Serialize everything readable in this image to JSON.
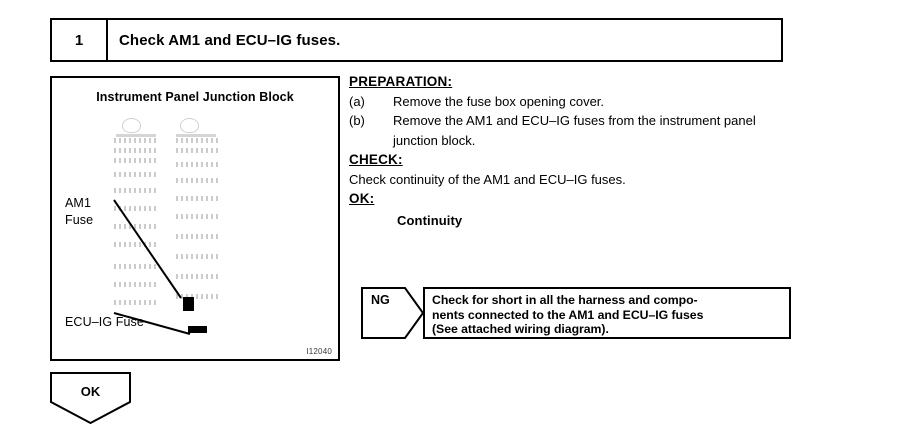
{
  "step": {
    "number": "1",
    "title": "Check AM1 and ECU–IG fuses."
  },
  "illustration": {
    "caption": "Instrument Panel Junction Block",
    "figure_code": "I12040",
    "labels": {
      "am1": "AM1\nFuse",
      "ecu_ig": "ECU–IG Fuse"
    }
  },
  "instructions": {
    "preparation_heading": "PREPARATION:",
    "steps": [
      {
        "mark": "(a)",
        "text": "Remove the fuse box opening cover."
      },
      {
        "mark": "(b)",
        "text": "Remove the AM1 and ECU–IG fuses from the instrument panel junction block."
      }
    ],
    "check_heading": "CHECK:",
    "check_text": "Check continuity of the AM1 and ECU–IG fuses.",
    "ok_heading": "OK:",
    "ok_value": "Continuity"
  },
  "ng_branch": {
    "flag_label": "NG",
    "action_lines": [
      "Check for short in all the harness and compo-",
      "nents connected to the AM1 and ECU–IG fuses",
      "(See attached wiring diagram)."
    ]
  },
  "ok_branch": {
    "label": "OK"
  },
  "colors": {
    "ink": "#000000",
    "page": "#ffffff"
  }
}
